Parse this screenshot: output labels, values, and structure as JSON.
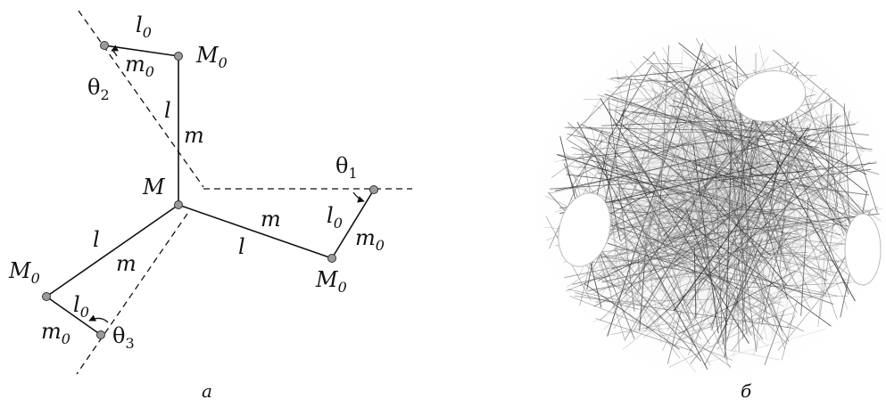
{
  "panel_a": {
    "caption": "а",
    "labels": {
      "center_mass": "M",
      "end_mass": "M",
      "end_mass_sub": "0",
      "rod_length": "l",
      "rod_mass": "m",
      "short_length": "l",
      "short_length_sub": "0",
      "short_mass": "m",
      "short_mass_sub": "0",
      "theta": "θ",
      "theta1_sub": "1",
      "theta2_sub": "2",
      "theta3_sub": "3"
    }
  },
  "panel_b": {
    "caption": "б"
  },
  "colors": {
    "line": "#111111",
    "node_fill": "#999999",
    "node_stroke": "#333333"
  }
}
